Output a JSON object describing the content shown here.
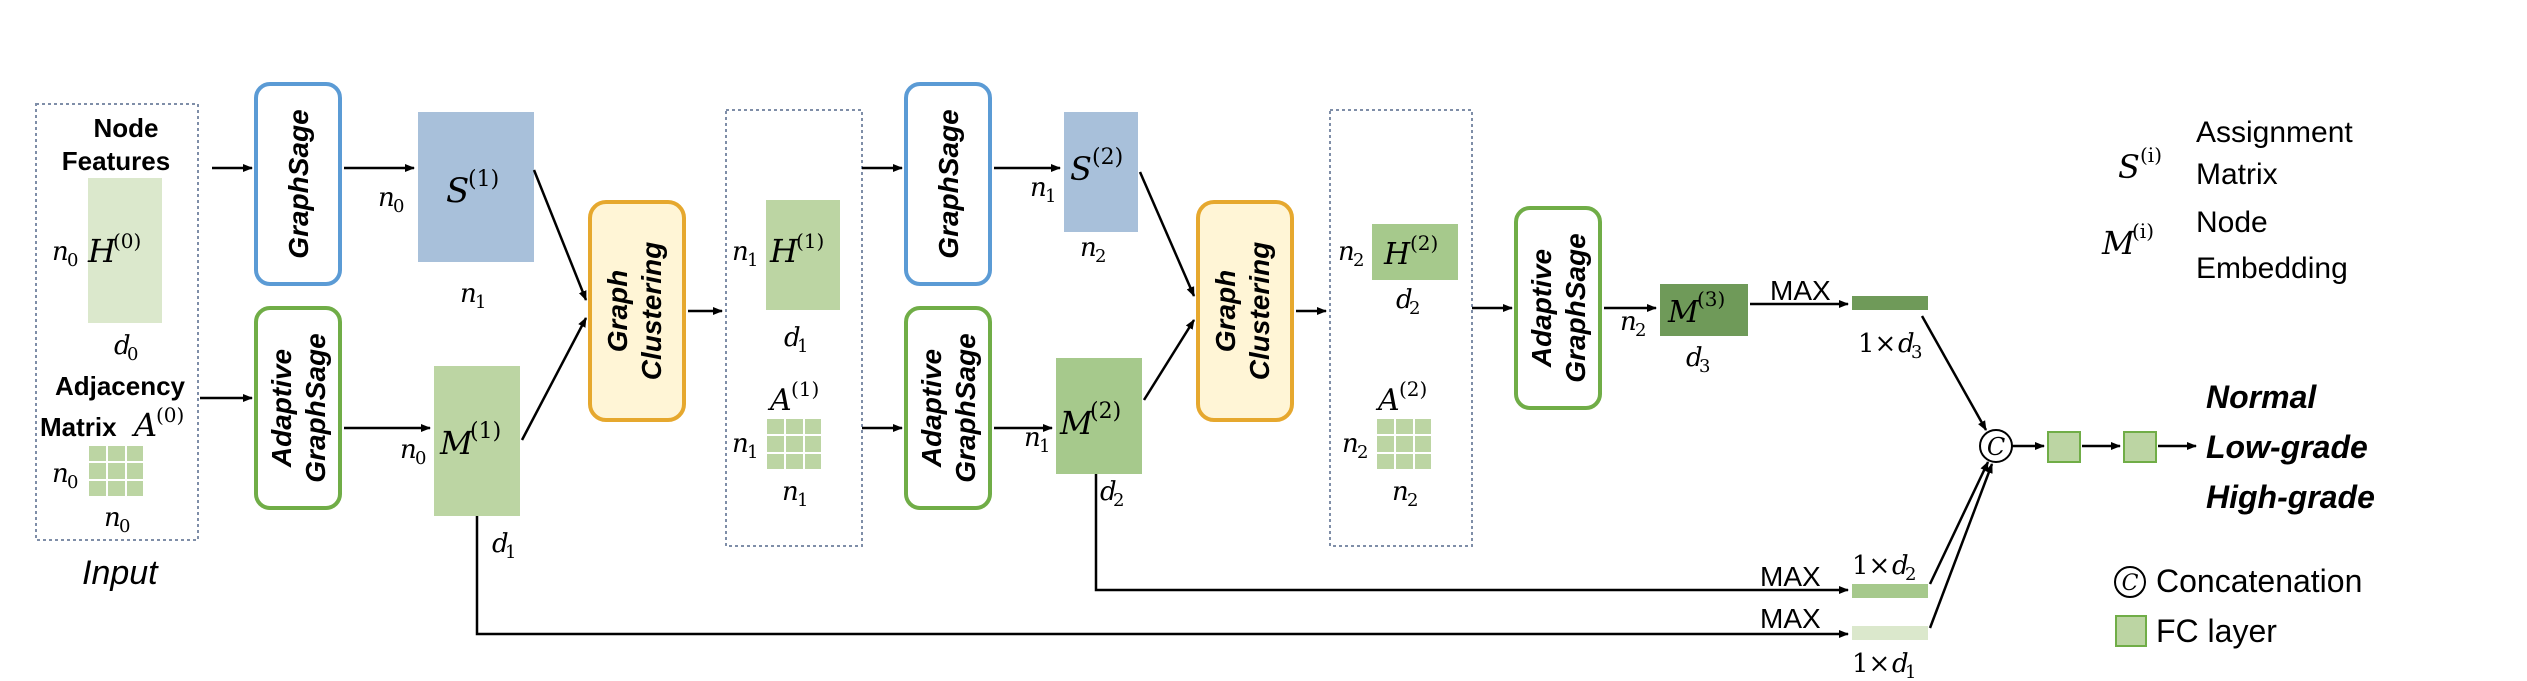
{
  "input": {
    "title": "Input",
    "node_features_l1": "Node",
    "node_features_l2": "Features",
    "adjacency_l1": "Adjacency",
    "adjacency_l2": "Matrix",
    "h0": "H",
    "h0_sup": "(0)",
    "a0": "A",
    "a0_sup": "(0)",
    "n0": "n",
    "n0_sub": "0",
    "d0": "d",
    "d0_sub": "0"
  },
  "blocks": {
    "graphsage": "GraphSage",
    "adaptive_l1": "Adaptive",
    "adaptive_l2": "GraphSage",
    "clustering_l1": "Graph",
    "clustering_l2": "Clustering"
  },
  "matrices": {
    "s1": "S",
    "s1_sup": "(1)",
    "m1": "M",
    "m1_sup": "(1)",
    "h1": "H",
    "h1_sup": "(1)",
    "a1": "A",
    "a1_sup": "(1)",
    "s2": "S",
    "s2_sup": "(2)",
    "m2": "M",
    "m2_sup": "(2)",
    "h2": "H",
    "h2_sup": "(2)",
    "a2": "A",
    "a2_sup": "(2)",
    "m3": "M",
    "m3_sup": "(3)"
  },
  "dims": {
    "n": "n",
    "d": "d",
    "sub0": "0",
    "sub1": "1",
    "sub2": "2",
    "sub3": "3",
    "prefix_1x": "1×"
  },
  "pooling": {
    "max": "MAX"
  },
  "concat_symbol": "C",
  "outputs": [
    "Normal",
    "Low-grade",
    "High-grade"
  ],
  "legend": {
    "s_symbol": "S",
    "s_sup": "(i)",
    "s_desc_l1": "Assignment",
    "s_desc_l2": "Matrix",
    "m_symbol": "M",
    "m_sup": "(i)",
    "m_desc_l1": "Node",
    "m_desc_l2": "Embedding",
    "concat_label": "Concatenation",
    "fc_label": "FC layer"
  },
  "colors": {
    "blue_border": "#5b9bd5",
    "green_border": "#70ad47",
    "orange_border": "#e6a82e",
    "orange_fill": "#fff5d6",
    "blue_fill": "#a8c0da",
    "green_light": "#dbe8cc",
    "green_mid": "#bcd5a3",
    "green_dark": "#6f9a59",
    "dotted_border": "#7f8ea8",
    "arrow": "#000000"
  }
}
